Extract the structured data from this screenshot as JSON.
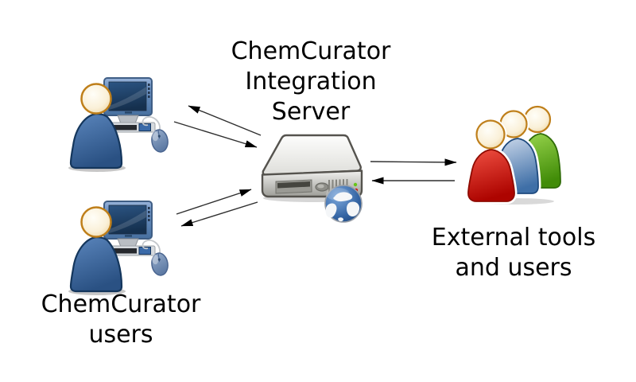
{
  "diagram": {
    "nodes": {
      "server": {
        "title": "ChemCurator\nIntegration\nServer",
        "icon": "server-with-globe-icon"
      },
      "chemcurator_users": {
        "label": "ChemCurator\nusers",
        "icon": "user-at-computer-icon",
        "count": 2
      },
      "external": {
        "label": "External tools\nand users",
        "icon": "three-person-group-icon"
      }
    },
    "connections": [
      {
        "from": "chemcurator-user-1",
        "to": "server",
        "bidirectional": true
      },
      {
        "from": "chemcurator-user-2",
        "to": "server",
        "bidirectional": true
      },
      {
        "from": "server",
        "to": "external-tools-and-users",
        "bidirectional": true
      }
    ],
    "colors": {
      "background": "#ffffff",
      "text": "#000000",
      "arrow": "#2e2e2e",
      "user_body_blue": "#3a6aa8",
      "head_skin": "#f6e7c2",
      "head_outline": "#bf7f1a",
      "screen_blue": "#1d3f66",
      "server_gray": "#c9c9c4",
      "server_outline": "#55534e",
      "globe_ocean": "#3465a4",
      "globe_land": "#f4f6f8",
      "external_red": "#cc0000",
      "external_blue": "#4273aa",
      "external_green": "#57a80e",
      "led_green": "#67c517",
      "led_red": "#cc1414"
    }
  }
}
